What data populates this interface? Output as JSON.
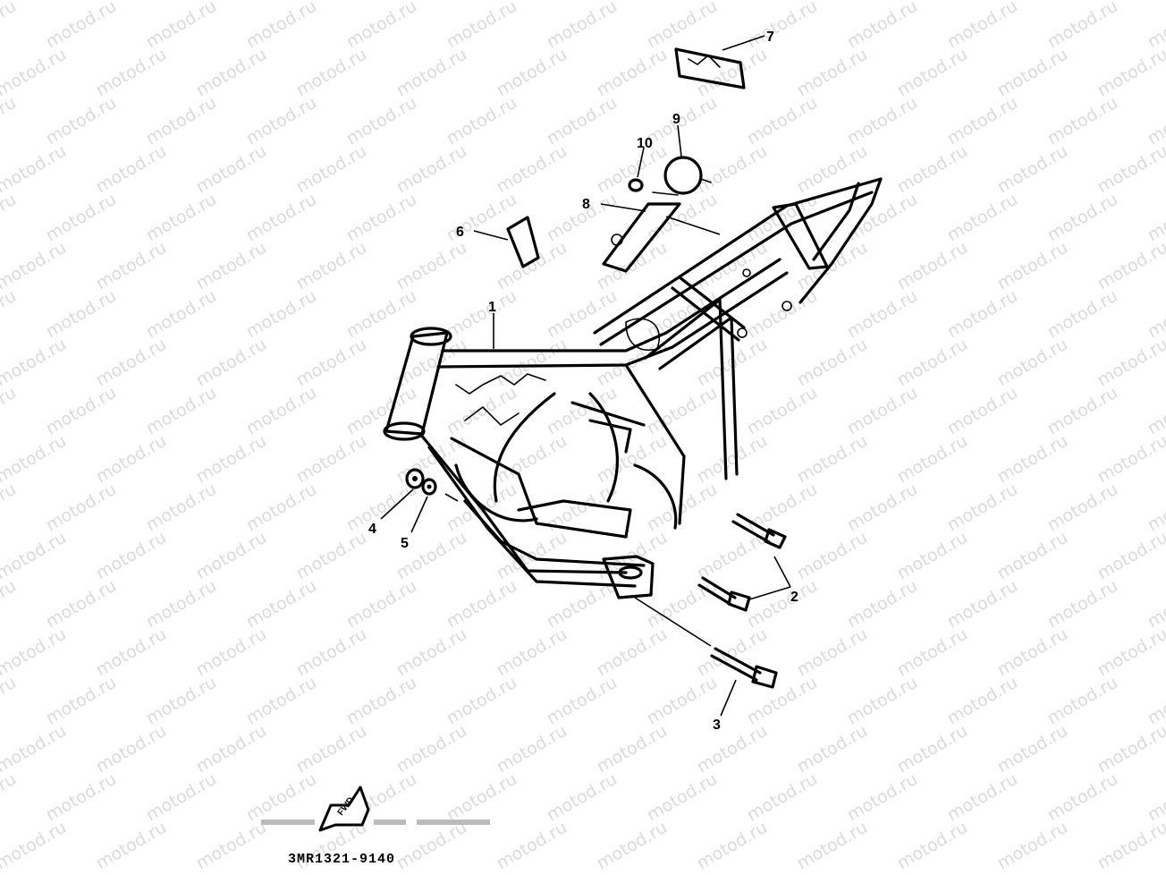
{
  "watermark": {
    "text": "motod.ru"
  },
  "callouts": [
    {
      "id": "1",
      "label": "1"
    },
    {
      "id": "2",
      "label": "2"
    },
    {
      "id": "3",
      "label": "3"
    },
    {
      "id": "4",
      "label": "4"
    },
    {
      "id": "5",
      "label": "5"
    },
    {
      "id": "6",
      "label": "6"
    },
    {
      "id": "7",
      "label": "7"
    },
    {
      "id": "8",
      "label": "8"
    },
    {
      "id": "9",
      "label": "9"
    },
    {
      "id": "10",
      "label": "10"
    }
  ],
  "footer": {
    "fwd_label": "FWD",
    "diagram_code": "3MR1321-9140"
  },
  "colors": {
    "line": "#000000",
    "background": "#ffffff",
    "watermark": "#bdbdbd"
  }
}
